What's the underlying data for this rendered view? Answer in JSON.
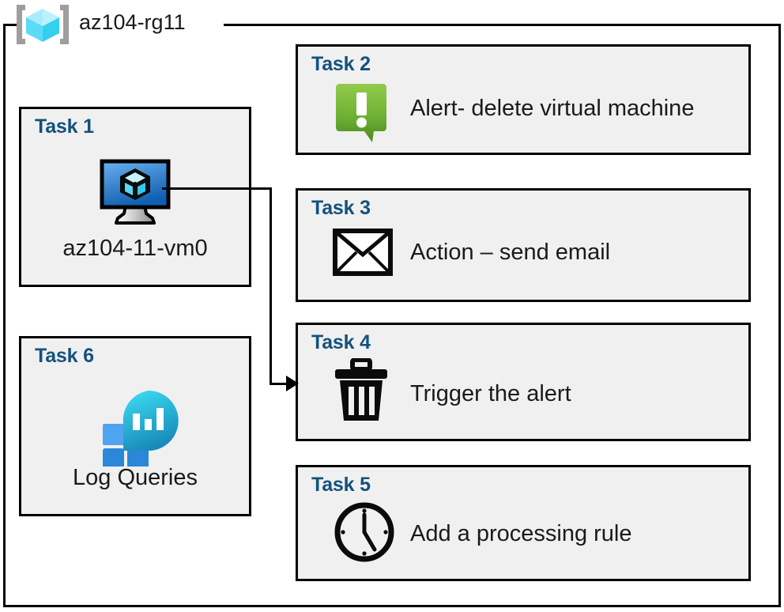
{
  "resource_group": {
    "name": "az104-rg11",
    "icon": "resource-group-cube-icon"
  },
  "colors": {
    "task_label": "#13527C",
    "card_fill": "#F0F0F0",
    "card_border": "#000000",
    "alert_green_light": "#8CC63F",
    "alert_green_dark": "#4C8C22",
    "vm_screen_blue_light": "#5BA3E8",
    "vm_screen_blue_dark": "#1464B4",
    "log_square_light": "#4FA3F0",
    "log_square_dark": "#2B88D8",
    "log_circle_light": "#32D0EC",
    "log_circle_dark": "#1B88B8",
    "rg_cube_light": "#A5EBFA",
    "rg_cube_dark": "#4FD8F5",
    "rg_bracket_gray": "#9E9E9E"
  },
  "cards": [
    {
      "id": "task1",
      "label": "Task 1",
      "caption": "az104-11-vm0",
      "icon": "virtual-machine-icon",
      "column": "left"
    },
    {
      "id": "task6",
      "label": "Task 6",
      "caption": "Log Queries",
      "icon": "log-analytics-icon",
      "column": "left"
    },
    {
      "id": "task2",
      "label": "Task 2",
      "text": "Alert- delete virtual machine",
      "icon": "alert-callout-icon",
      "column": "right"
    },
    {
      "id": "task3",
      "label": "Task 3",
      "text": "Action – send email",
      "icon": "envelope-icon",
      "column": "right"
    },
    {
      "id": "task4",
      "label": "Task 4",
      "text": "Trigger the alert",
      "icon": "trash-icon",
      "column": "right"
    },
    {
      "id": "task5",
      "label": "Task 5",
      "text": "Add a processing rule",
      "icon": "clock-icon",
      "column": "right"
    }
  ],
  "connector": {
    "from": "task1",
    "to": "task4",
    "arrow": "arrowhead-right-icon"
  }
}
